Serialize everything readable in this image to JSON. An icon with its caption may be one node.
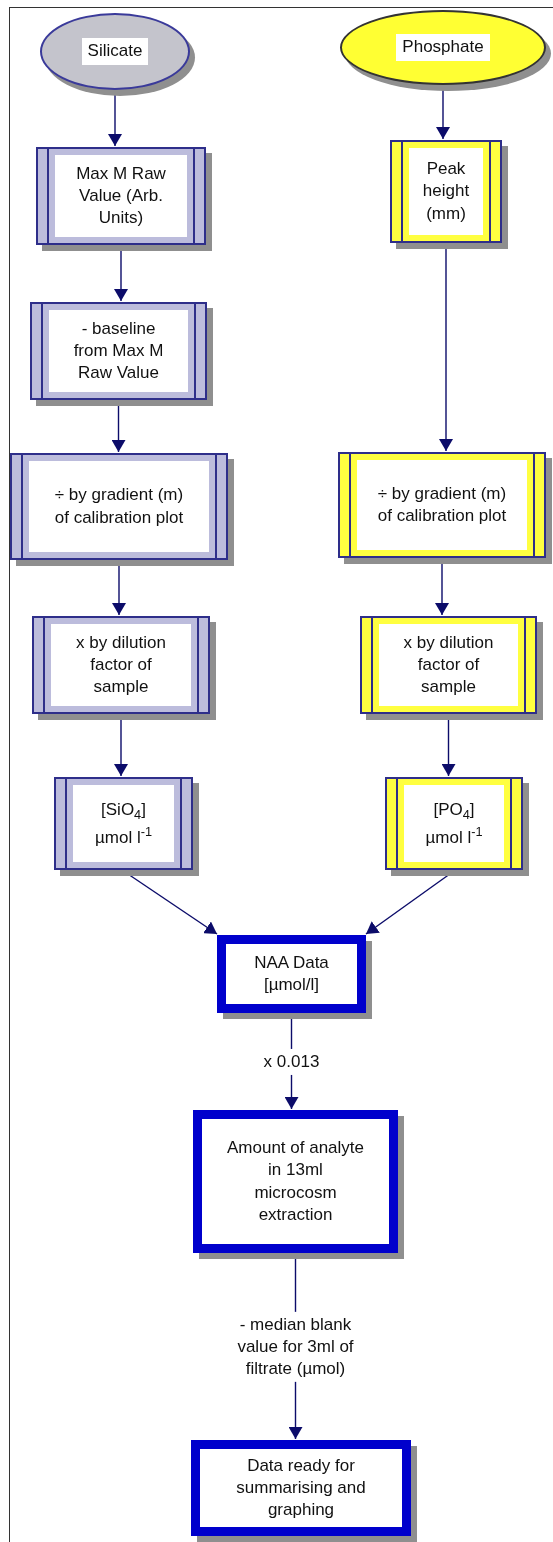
{
  "diagram": {
    "nodes": [
      {
        "text": [
          "Silicate"
        ]
      },
      {
        "text": [
          "Phosphate"
        ]
      },
      {
        "text": [
          "Max M Raw Value (Arb. Units)"
        ]
      },
      {
        "text": [
          "Peak height (mm)"
        ]
      },
      {
        "text": [
          "- baseline from Max M Raw Value"
        ]
      },
      {
        "text": [
          "÷ by gradient (m) of calibration plot"
        ]
      },
      {
        "text": [
          "÷ by gradient (m) of calibration plot"
        ]
      },
      {
        "text": [
          "x by dilution factor of sample"
        ]
      },
      {
        "text": [
          "x by dilution factor of sample"
        ]
      },
      {
        "text": [
          "[SiO$_{4}$] µmol l$^{-1}$"
        ]
      },
      {
        "text": [
          "[PO$_{4}$] µmol l$^{-1}$"
        ]
      },
      {
        "text": [
          "NAA Data [µmol/l]"
        ]
      },
      {
        "text": [
          "Amount of analyte in 13ml microcosm extraction"
        ]
      },
      {
        "text": [
          "Data ready for summarising and graphing"
        ]
      }
    ],
    "edges": [
      {
        "from": 0,
        "to": 2,
        "arrow": "to"
      },
      {
        "from": 2,
        "to": 4,
        "arrow": "to"
      },
      {
        "from": 4,
        "to": 5,
        "arrow": "to"
      },
      {
        "from": 5,
        "to": 7,
        "arrow": "to"
      },
      {
        "from": 7,
        "to": 9,
        "arrow": "to"
      },
      {
        "from": 9,
        "to": 11,
        "arrow": "to"
      },
      {
        "from": 1,
        "to": 3,
        "arrow": "to"
      },
      {
        "from": 3,
        "to": 6,
        "arrow": "to"
      },
      {
        "from": 6,
        "to": 8,
        "arrow": "to"
      },
      {
        "from": 8,
        "to": 10,
        "arrow": "to"
      },
      {
        "from": 10,
        "to": 11,
        "arrow": "to"
      },
      {
        "from": 11,
        "to": 12,
        "arrow": "to",
        "label": "x 0.013"
      },
      {
        "from": 12,
        "to": 13,
        "arrow": "to",
        "label": "- median blank value for 3ml of filtrate (µmol)"
      }
    ]
  }
}
